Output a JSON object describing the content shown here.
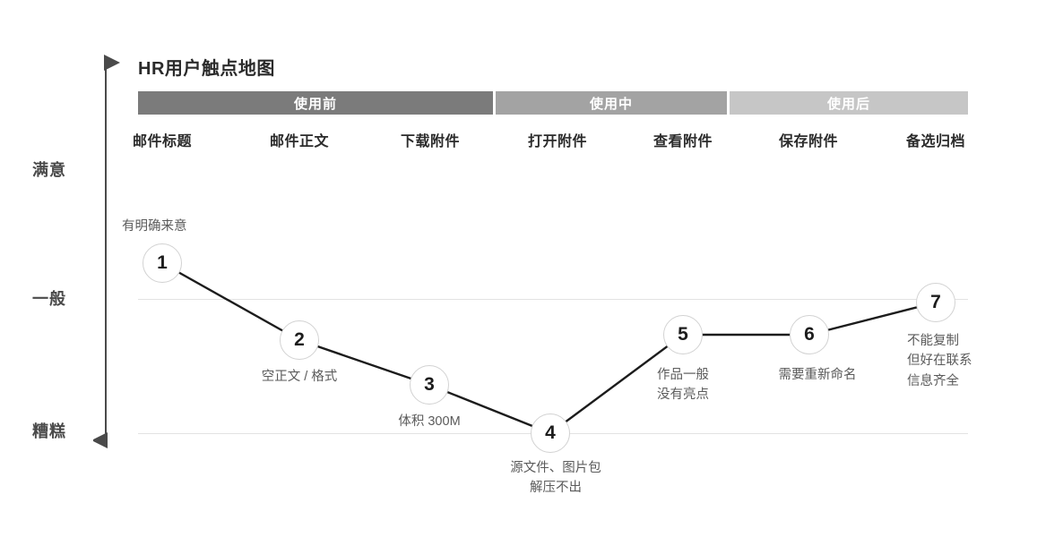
{
  "chart_data": {
    "type": "line",
    "title": "HR用户触点地图",
    "xlabel": "",
    "ylabel": "",
    "categories": [
      "邮件标题",
      "邮件正文",
      "下载附件",
      "打开附件",
      "查看附件",
      "保存附件",
      "备选归档"
    ],
    "y_tick_labels": [
      "满意",
      "一般",
      "糟糕"
    ],
    "ylim": [
      0,
      2
    ],
    "grid": true,
    "legend": "none",
    "values": [
      1.45,
      0.77,
      0.42,
      0.0,
      0.82,
      0.82,
      1.1
    ],
    "points": [
      {
        "index": 1,
        "label": "1",
        "stage": "邮件标题",
        "value": 1.45,
        "annotation": "有明确来意",
        "annotation_position": "above"
      },
      {
        "index": 2,
        "label": "2",
        "stage": "邮件正文",
        "value": 0.77,
        "annotation": "空正文 / 格式",
        "annotation_position": "below"
      },
      {
        "index": 3,
        "label": "3",
        "stage": "下载附件",
        "value": 0.42,
        "annotation": "体积 300M",
        "annotation_position": "below"
      },
      {
        "index": 4,
        "label": "4",
        "stage": "打开附件",
        "value": 0.0,
        "annotation": "源文件、图片包\n解压不出",
        "annotation_position": "below"
      },
      {
        "index": 5,
        "label": "5",
        "stage": "查看附件",
        "value": 0.82,
        "annotation": "作品一般\n没有亮点",
        "annotation_position": "below"
      },
      {
        "index": 6,
        "label": "6",
        "stage": "保存附件",
        "value": 0.82,
        "annotation": "需要重新命名",
        "annotation_position": "below"
      },
      {
        "index": 7,
        "label": "7",
        "stage": "备选归档",
        "value": 1.1,
        "annotation": "不能复制\n但好在联系\n信息齐全",
        "annotation_position": "right-below"
      }
    ],
    "phases": [
      {
        "label": "使用前",
        "color": "#7b7b7b",
        "stages": [
          "邮件标题",
          "邮件正文",
          "下载附件"
        ]
      },
      {
        "label": "使用中",
        "color": "#a3a3a3",
        "stages": [
          "打开附件",
          "查看附件"
        ]
      },
      {
        "label": "使用后",
        "color": "#c6c6c6",
        "stages": [
          "保存附件",
          "备选归档"
        ]
      }
    ],
    "colors": {
      "line": "#1c1c1c",
      "gridline": "#e2e2e2",
      "axis": "#4a4a4a",
      "point_fill": "#ffffff",
      "point_stroke": "#d2d2d2",
      "title_text": "#2b2b2b",
      "annotation_text": "#5b5b5b"
    }
  },
  "axis": {
    "satisfied": "满意",
    "average": "一般",
    "terrible": "糟糕"
  },
  "title": "HR用户触点地图",
  "phase_bars": [
    {
      "label": "使用前"
    },
    {
      "label": "使用中"
    },
    {
      "label": "使用后"
    }
  ],
  "stages": [
    {
      "label": "邮件标题"
    },
    {
      "label": "邮件正文"
    },
    {
      "label": "下载附件"
    },
    {
      "label": "打开附件"
    },
    {
      "label": "查看附件"
    },
    {
      "label": "保存附件"
    },
    {
      "label": "备选归档"
    }
  ],
  "points": [
    {
      "num": "1"
    },
    {
      "num": "2"
    },
    {
      "num": "3"
    },
    {
      "num": "4"
    },
    {
      "num": "5"
    },
    {
      "num": "6"
    },
    {
      "num": "7"
    }
  ],
  "annotations": [
    {
      "text": "有明确来意"
    },
    {
      "text": "空正文 / 格式"
    },
    {
      "text": "体积 300M"
    },
    {
      "text": "源文件、图片包\n解压不出"
    },
    {
      "text": "作品一般\n没有亮点"
    },
    {
      "text": "需要重新命名"
    },
    {
      "text": "不能复制\n但好在联系\n信息齐全"
    }
  ]
}
